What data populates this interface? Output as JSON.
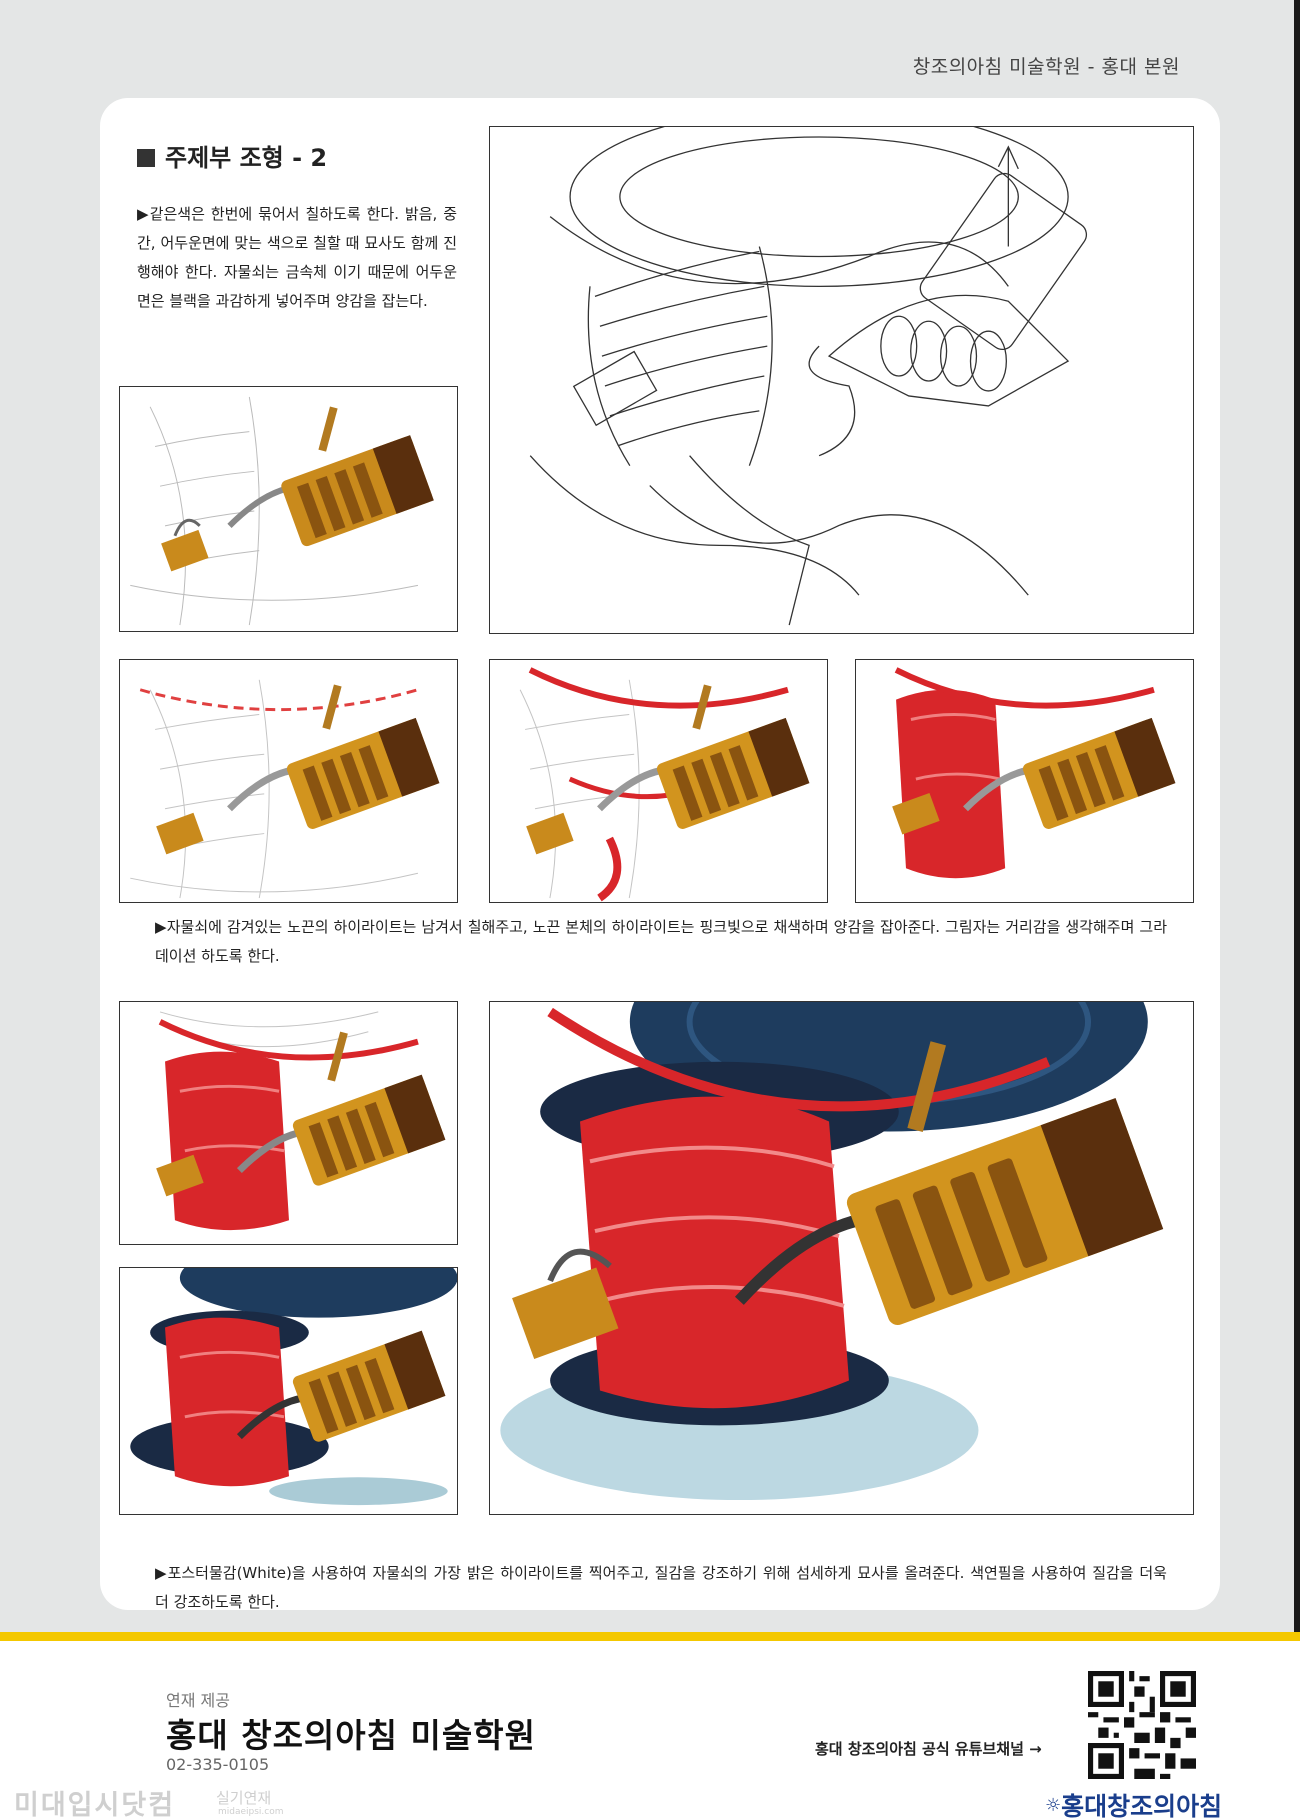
{
  "header": {
    "academy_branch": "창조의아침 미술학원 - 홍대 본원"
  },
  "section": {
    "title": "주제부 조형 - 2"
  },
  "paragraphs": {
    "intro": "▶같은색은 한번에 묶어서 칠하도록 한다. 밝음, 중간, 어두운면에 맞는 색으로 칠할 때 묘사도 함께 진행해야 한다. 자물쇠는 금속체 이기 때문에 어두운면은 블랙을 과감하게 넣어주며 양감을 잡는다.",
    "step2": "▶자물쇠에 감겨있는 노끈의 하이라이트는 남겨서 칠해주고, 노끈 본체의 하이라이트는 핑크빛으로 채색하며 양감을 잡아준다. 그림자는 거리감을 생각해주며 그라데이션 하도록 한다.",
    "step3": "▶포스터물감(White)을 사용하여 자물쇠의 가장 밝은 하이라이트를 찍어주고, 질감을  강조하기 위해 섬세하게 묘사를 올려준다. 색연필을 사용하여 질감을 더욱 더 강조하도록 한다."
  },
  "footer": {
    "provided_by": "연재 제공",
    "academy_name": "홍대 창조의아침 미술학원",
    "phone": "02-335-0105",
    "youtube_text": "홍대 창조의아침 공식 유튜브채널 →",
    "logo_text": "홍대창조의아침",
    "watermark": "미대입시닷컴",
    "watermark_sub": "실기연재",
    "watermark_url": "midaeipsi.com"
  },
  "colors": {
    "accent_yellow": "#f4c800",
    "ribbon_red": "#d8262a",
    "lock_gold": "#c98a1c",
    "logo_blue": "#1a3e8c"
  }
}
